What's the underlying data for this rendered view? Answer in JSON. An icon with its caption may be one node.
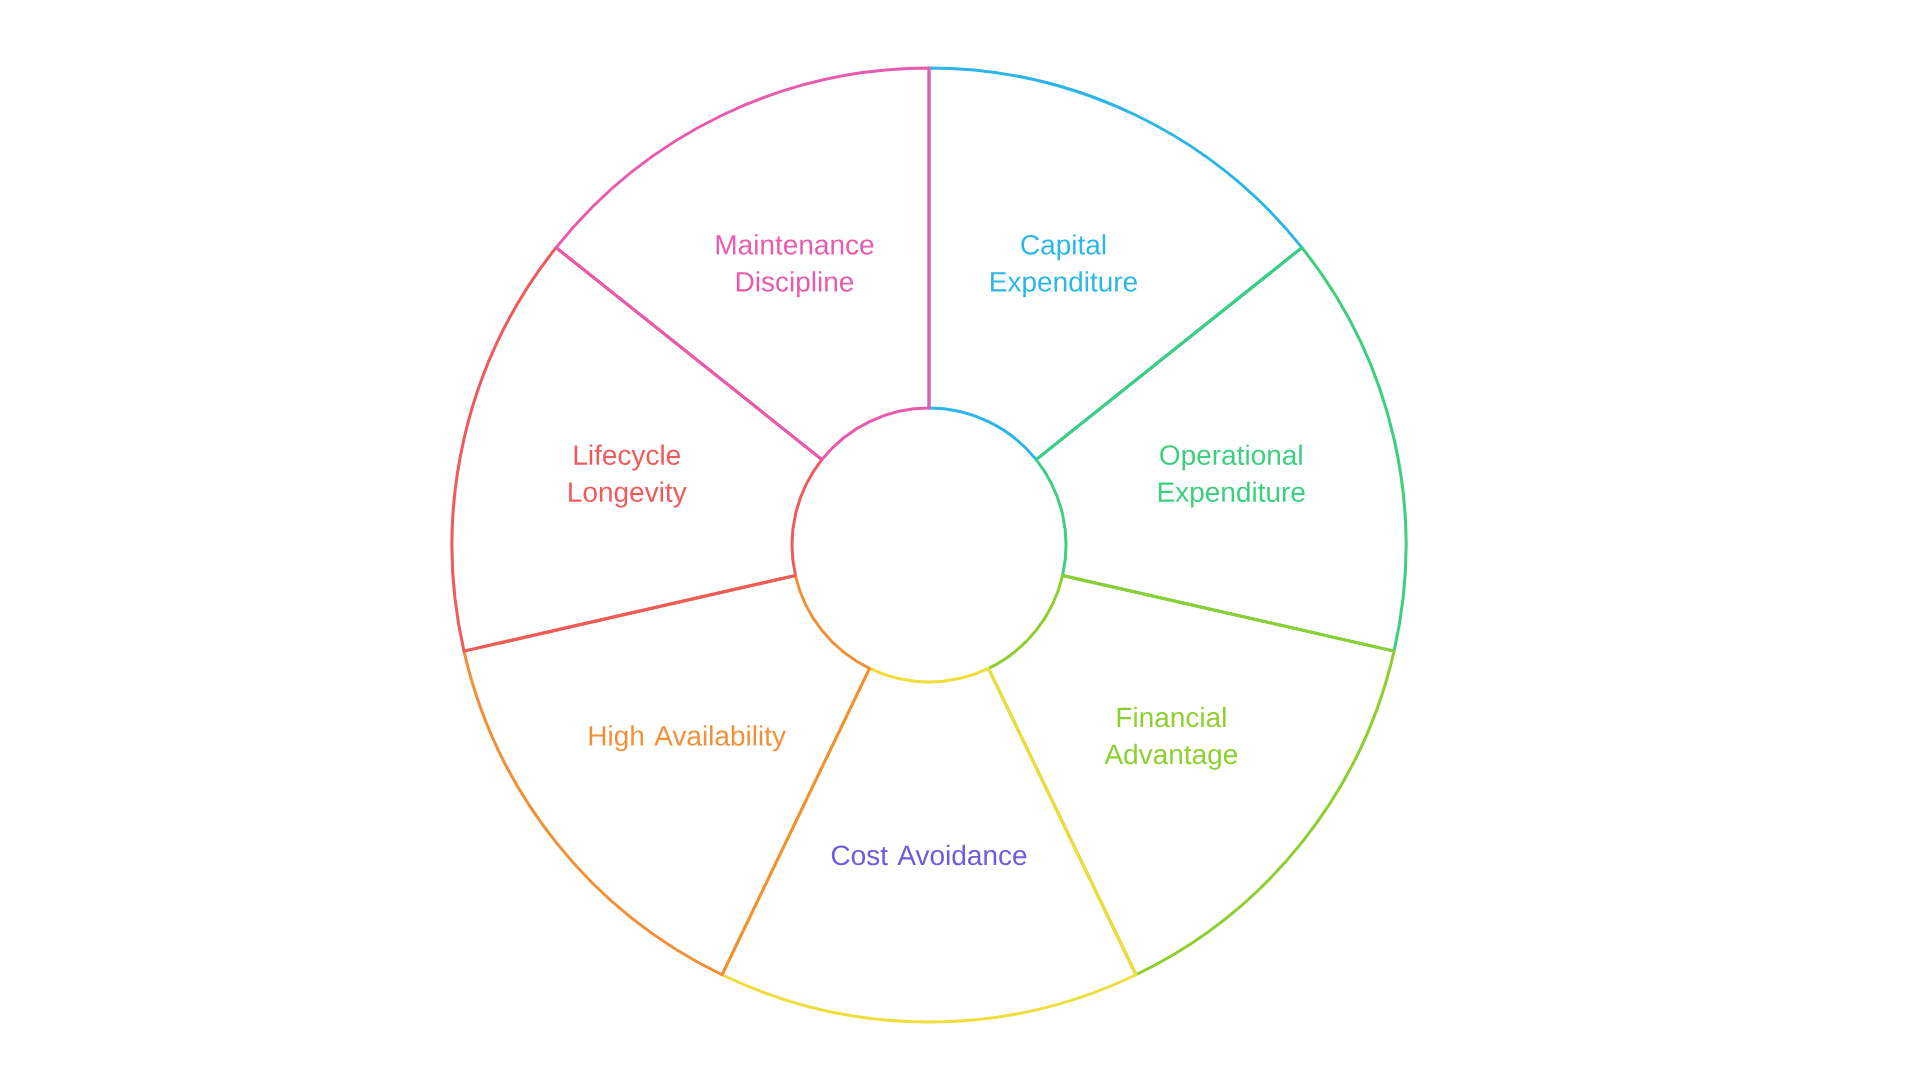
{
  "diagram": {
    "nodes": [
      {
        "text": [
          "Capital Expenditure"
        ]
      },
      {
        "text": [
          "Operational Expenditure"
        ]
      },
      {
        "text": [
          "Financial Advantage"
        ]
      },
      {
        "text": [
          "Cost Avoidance"
        ]
      },
      {
        "text": [
          "High Availability"
        ]
      },
      {
        "text": [
          "Lifecycle Longevity"
        ]
      },
      {
        "text": [
          "Maintenance Discipline"
        ]
      }
    ]
  }
}
